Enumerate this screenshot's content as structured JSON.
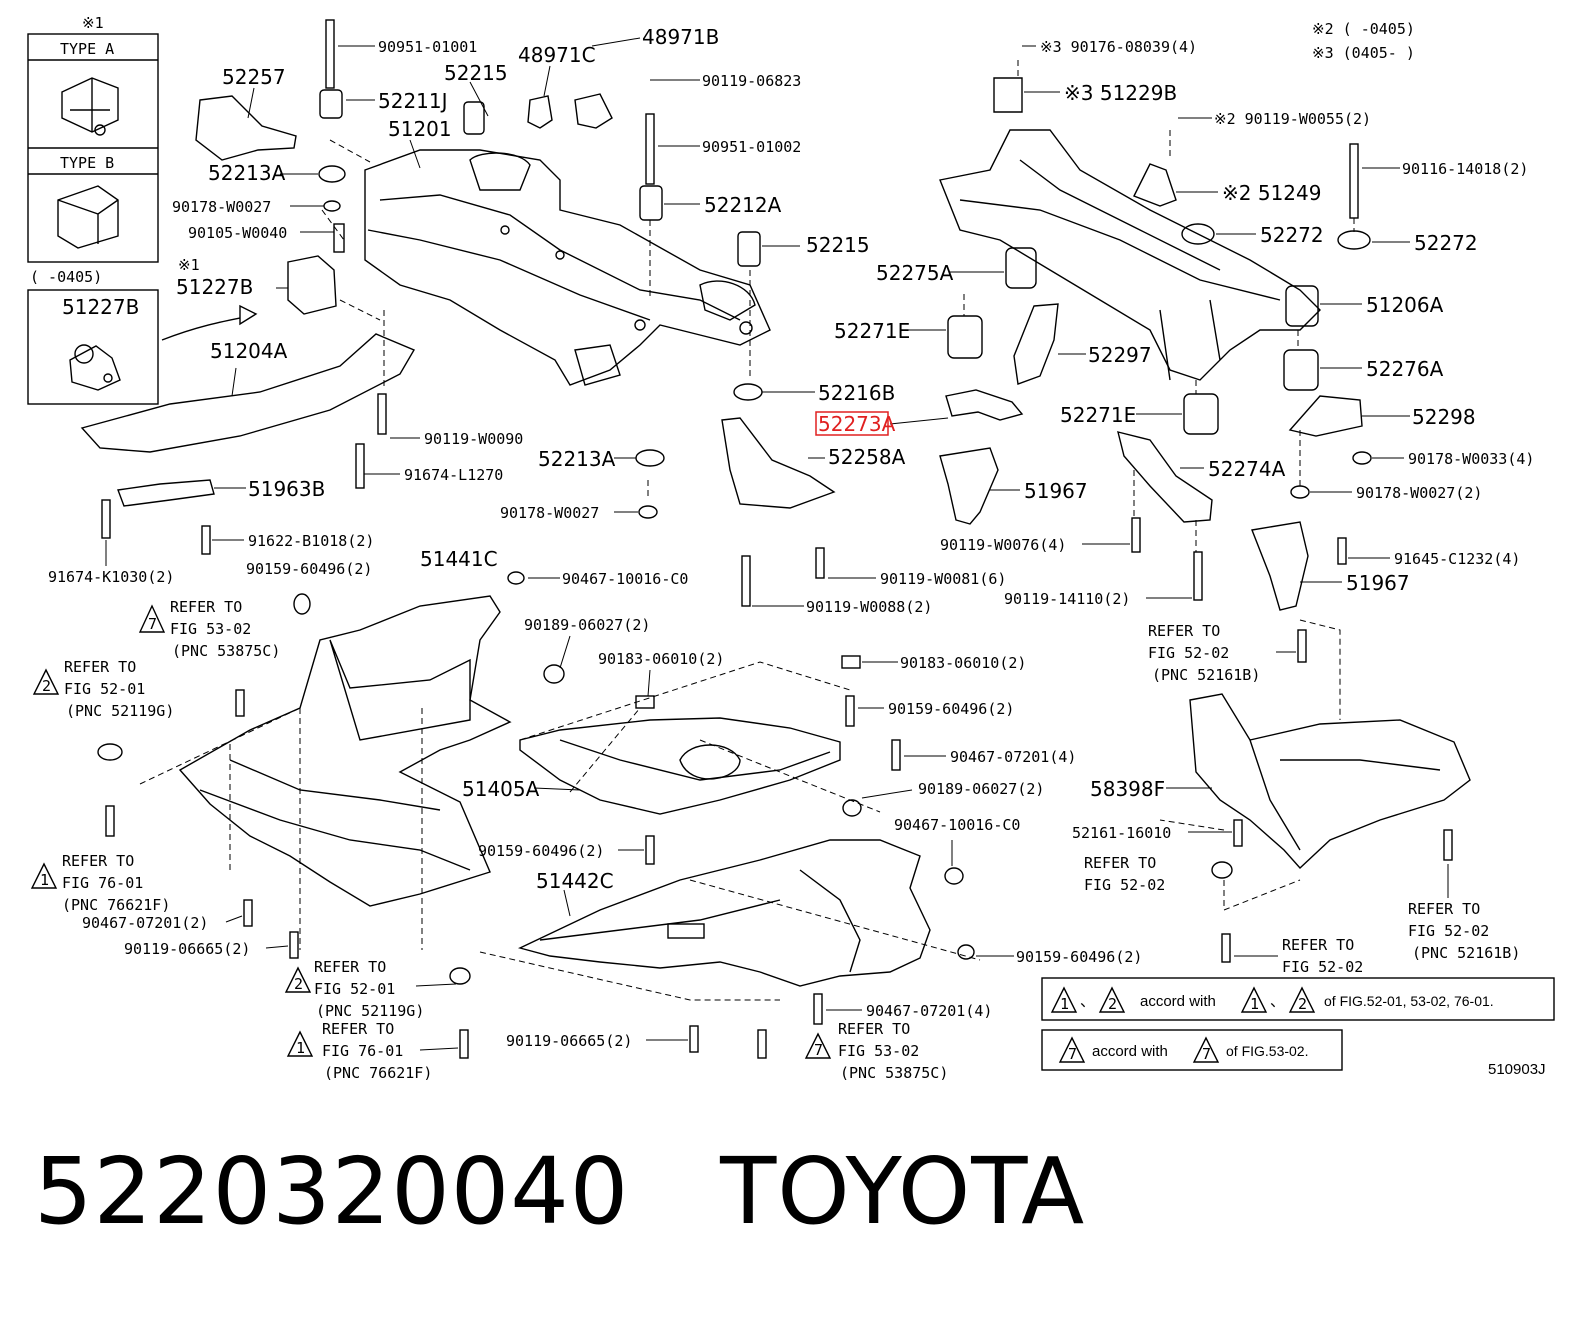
{
  "notes": {
    "n1": "※1",
    "n2": "※2 (    -0405)",
    "n3": "※3 (0405-    )",
    "type_a": "TYPE A",
    "type_b": "TYPE B",
    "range1": "(    -0405)"
  },
  "labels": {
    "l01": "90951-01001",
    "l02": "48971C",
    "l03": "48971B",
    "l04": "52257",
    "l05": "52215",
    "l06": "52211J",
    "l07": "90119-06823",
    "l08": "51201",
    "l09": "90951-01002",
    "l10": "52213A",
    "l11": "90178-W0027",
    "l12": "52212A",
    "l13": "90105-W0040",
    "l14": "52215",
    "l15": "51227B",
    "l16": "51227B",
    "l17": "51204A",
    "l18": "90119-W0090",
    "l19": "51963B",
    "l20": "91674-L1270",
    "l21": "52216B",
    "l22": "52273A",
    "l23": "52258A",
    "l24": "52213A",
    "l25": "90178-W0027",
    "l26": "91622-B1018(2)",
    "l27": "91674-K1030(2)",
    "l28": "90159-60496(2)",
    "l29": "51441C",
    "l30": "90467-10016-C0",
    "l31": "90119-W0081(6)",
    "l32": "90119-W0088(2)",
    "l33": "90189-06027(2)",
    "l34": "90183-06010(2)",
    "l35": "90183-06010(2)",
    "l36": "90159-60496(2)",
    "l37": "90467-07201(4)",
    "l38": "51405A",
    "l39": "90189-06027(2)",
    "l40": "90159-60496(2)",
    "l41": "90467-10016-C0",
    "l42": "51442C",
    "l43": "90467-07201(2)",
    "l44": "90119-06665(2)",
    "l45": "90159-60496(2)",
    "l46": "90119-06665(2)",
    "l47": "90467-07201(4)",
    "l48": "※3 90176-08039(4)",
    "l49": "※3  51229B",
    "l50": "※2 90119-W0055(2)",
    "l51": "90116-14018(2)",
    "l52": "※2  51249",
    "l53": "52272",
    "l54": "52272",
    "l55": "52275A",
    "l56": "51206A",
    "l57": "52271E",
    "l58": "52297",
    "l59": "52276A",
    "l60": "52271E",
    "l61": "52298",
    "l62": "52274A",
    "l63": "90178-W0033(4)",
    "l64": "51967",
    "l65": "90178-W0027(2)",
    "l66": "90119-W0076(4)",
    "l67": "91645-C1232(4)",
    "l68": "51967",
    "l69": "90119-14110(2)",
    "l70": "58398F",
    "l71": "52161-16010"
  },
  "refers": {
    "r1a": "REFER TO",
    "r1b": "FIG 53-02",
    "r1c": "(PNC 53875C)",
    "r2a": "REFER TO",
    "r2b": "FIG 52-01",
    "r2c": "(PNC 52119G)",
    "r3a": "REFER TO",
    "r3b": "FIG 76-01",
    "r3c": "(PNC 76621F)",
    "r4a": "REFER TO",
    "r4b": "FIG 52-01",
    "r4c": "(PNC 52119G)",
    "r5a": "REFER TO",
    "r5b": "FIG 76-01",
    "r5c": "(PNC 76621F)",
    "r6a": "REFER TO",
    "r6b": "FIG 53-02",
    "r6c": "(PNC 53875C)",
    "r7a": "REFER TO",
    "r7b": "FIG 52-02",
    "r7c": "(PNC 52161B)",
    "r8a": "REFER TO",
    "r8b": "FIG 52-02",
    "r9a": "REFER TO",
    "r9b": "FIG 52-02",
    "r10a": "REFER TO",
    "r10b": "FIG 52-02",
    "r10c": "(PNC 52161B)"
  },
  "tri": {
    "t1": "1",
    "t2": "2",
    "t7": "7"
  },
  "legend": {
    "row1_sep": "、",
    "row1_text": "accord with",
    "row1_sep2": "、",
    "row1_tail": "of FIG.52-01, 53-02, 76-01.",
    "row2_text": "accord with",
    "row2_tail": "of FIG.53-02."
  },
  "figure_id": "510903J",
  "footer": {
    "part_number": "5220320040",
    "brand": "TOYOTA"
  }
}
